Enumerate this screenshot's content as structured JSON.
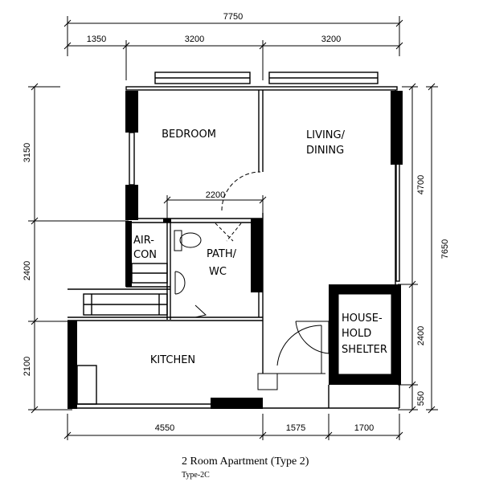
{
  "dimensions": {
    "top_total": "7750",
    "top_seg_1": "1350",
    "top_seg_2": "3200",
    "top_seg_3": "3200",
    "left_1": "3150",
    "left_2": "2400",
    "left_3": "2100",
    "right_1": "4700",
    "right_2": "2400",
    "right_3": "550",
    "right_total": "7650",
    "bottom_1": "4550",
    "bottom_2": "1575",
    "bottom_3": "1700",
    "inner_corridor": "2200"
  },
  "rooms": {
    "bedroom": "BEDROOM",
    "living_1": "LIVING/",
    "living_2": "DINING",
    "aircon_1": "AIR-",
    "aircon_2": "CON",
    "bath_1": "PATH/",
    "bath_2": "WC",
    "kitchen": "KITCHEN",
    "shelter_1": "HOUSE-",
    "shelter_2": "HOLD",
    "shelter_3": "SHELTER"
  },
  "caption": {
    "title": "2 Room Apartment (Type 2)",
    "subtitle": "Type-2C"
  }
}
